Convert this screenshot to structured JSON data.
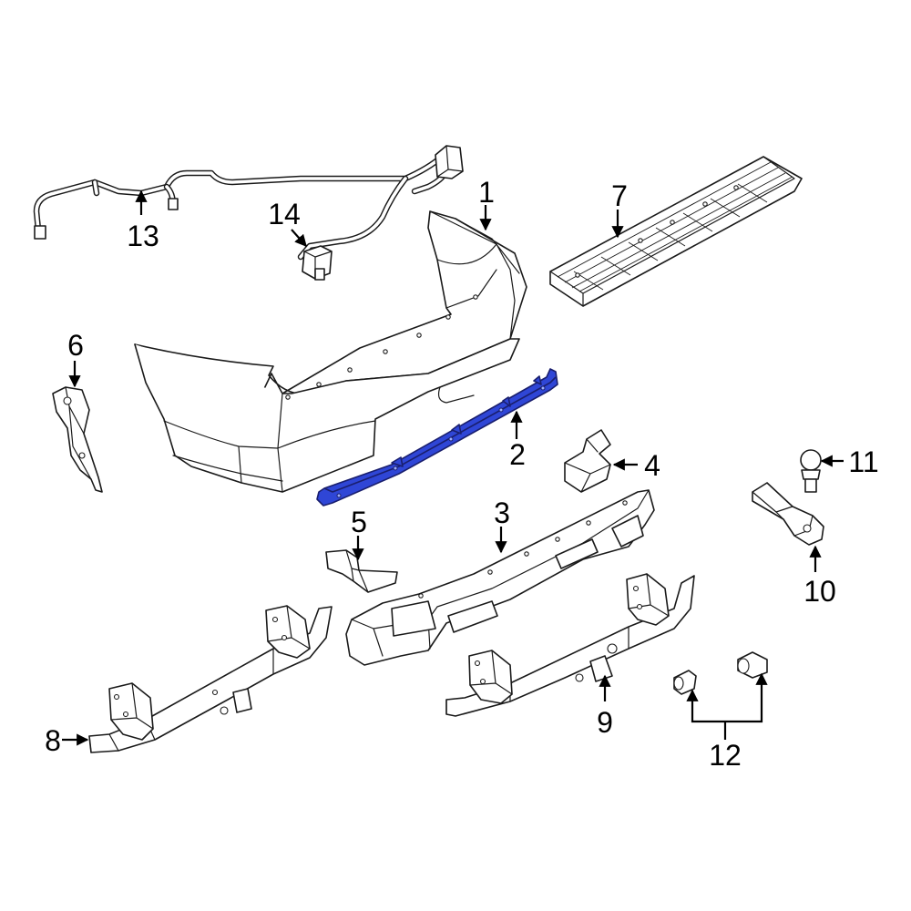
{
  "colors": {
    "highlight_part": "#2f46d6",
    "line": "#1a1a1a",
    "background": "#ffffff"
  },
  "callouts": {
    "c1": "1",
    "c2": "2",
    "c3": "3",
    "c4": "4",
    "c5": "5",
    "c6": "6",
    "c7": "7",
    "c8": "8",
    "c9": "9",
    "c10": "10",
    "c11": "11",
    "c12": "12",
    "c13": "13",
    "c14": "14"
  },
  "highlighted_callout": "2"
}
